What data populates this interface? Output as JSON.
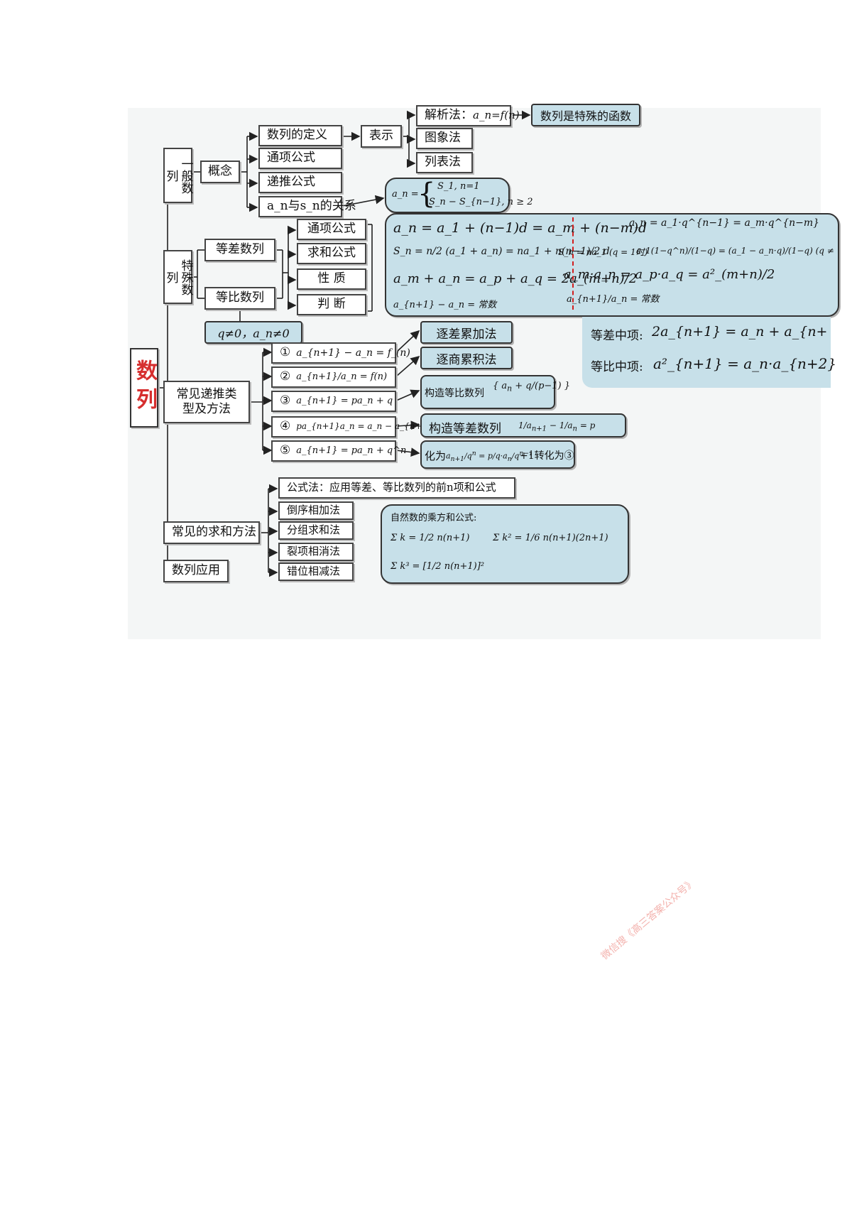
{
  "title": "数列",
  "general": {
    "label": "一般数列",
    "concept": "概念",
    "definition": "数列的定义",
    "general_term": "通项公式",
    "recursive": "递推公式",
    "an_sn_relation": "a_n与s_n的关系",
    "representation": "表示",
    "analytic_prefix": "解析法：",
    "analytic_formula": "a_n=f(n)",
    "graph": "图象法",
    "table": "列表法",
    "special_function": "数列是特殊的函数",
    "piecewise": {
      "lhs": "a_n =",
      "row1": "S_1,  n=1",
      "row2": "S_n − S_{n−1},  n ≥ 2"
    }
  },
  "special": {
    "label": "特殊数列",
    "arithmetic": "等差数列",
    "geometric": "等比数列",
    "general_term": "通项公式",
    "sum": "求和公式",
    "property": "性 质",
    "judge": "判 断",
    "condition": "q≠0，a_n≠0",
    "arith_formulas": {
      "general": "a_n = a_1 + (n−1)d = a_m + (n−m)d",
      "sum": "S_n = n/2 (a_1 + a_n) = na_1 + n(n−1)/2 d",
      "property": "a_m + a_n = a_p + a_q = 2a_(m+n)/2",
      "judge": "a_{n+1} − a_n = 常数"
    },
    "geo_formulas": {
      "general": "a_n = a_1·q^{n−1} = a_m·q^{n−m}",
      "sum_a": "S_n = na_1 (q = 1时)",
      "sum_b": "a_1(1−q^n)/(1−q) = (a_1 − a_n·q)/(1−q) (q ≠",
      "property": "a_m·a_n = a_p·a_q = a²_(m+n)/2",
      "judge": "a_{n+1}/a_n = 常数"
    },
    "middle_arith_label": "等差中项:",
    "middle_arith_formula": "2a_{n+1} = a_n + a_{n+",
    "middle_geo_label": "等比中项:",
    "middle_geo_formula": "a²_{n+1} = a_n·a_{n+2}"
  },
  "recursion": {
    "label": "常见递推类型及方法",
    "items": [
      {
        "num": "①",
        "formula": "a_{n+1} − a_n = f_(n)",
        "method": "逐差累加法"
      },
      {
        "num": "②",
        "formula": "a_{n+1}/a_n = f(n)",
        "method": "逐商累积法"
      },
      {
        "num": "③",
        "formula": "a_{n+1} = pa_n + q",
        "method": "构造等比数列{a_n + q/(p−1)}"
      },
      {
        "num": "④",
        "formula": "pa_{n+1}a_n = a_n − a_{n+1}",
        "method": "构造等差数列 1/a_{n+1} − 1/a_n = p"
      },
      {
        "num": "⑤",
        "formula": "a_{n+1} = pa_n + q^n",
        "method": "化为 a_{n+1}/q^n = p/q·a_n/q^{n−1} + 1 转化为③"
      }
    ],
    "m3_prefix": "构造等比数列",
    "m4_prefix": "构造等差数列",
    "m5_prefix": "化为",
    "m5_suffix": "+1转化为③",
    "const_word": "常数"
  },
  "summation": {
    "label": "常见的求和方法",
    "formula_method": "公式法：应用等差、等比数列的前n项和公式",
    "methods": [
      "倒序相加法",
      "分组求和法",
      "裂项相消法",
      "错位相减法"
    ],
    "power_title": "自然数的乘方和公式:",
    "sum_k": "Σ k = 1/2 n(n+1)",
    "sum_k2": "Σ k² = 1/6 n(n+1)(2n+1)",
    "sum_k3": "Σ k³ = [1/2 n(n+1)]²"
  },
  "application": "数列应用",
  "watermark": "微信搜《高三答案公众号》"
}
